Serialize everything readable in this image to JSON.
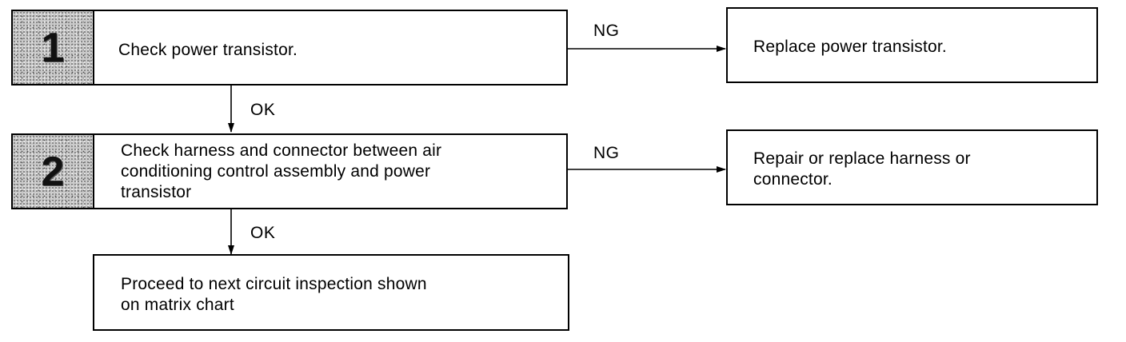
{
  "steps": [
    {
      "number": "1",
      "text": "Check power transistor.",
      "ng_label": "NG",
      "ng_action": "Replace power transistor.",
      "ok_label": "OK"
    },
    {
      "number": "2",
      "text": "Check harness and connector between air\nconditioning control assembly and power\ntransistor",
      "ng_label": "NG",
      "ng_action": "Repair or replace harness or\nconnector.",
      "ok_label": "OK"
    }
  ],
  "final": {
    "text": "Proceed to next circuit inspection shown\non matrix chart"
  }
}
